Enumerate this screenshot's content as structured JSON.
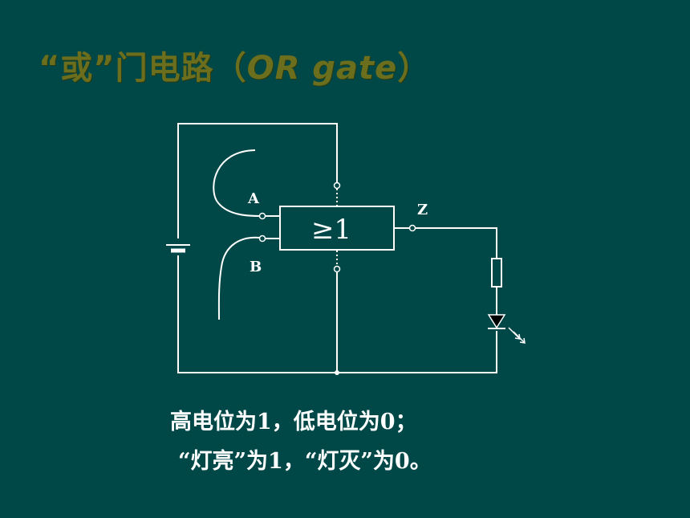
{
  "slide": {
    "title_main": "“或”门电路（",
    "title_latin": "OR gate",
    "title_close": "）"
  },
  "circuit": {
    "gate_symbol": "≥1",
    "input_a_label": "A",
    "input_b_label": "B",
    "output_label": "Z"
  },
  "notes": [
    "高电位为1，低电位为0；",
    "“灯亮”为1，“灯灭”为0。"
  ],
  "colors": {
    "background": "#004848",
    "title": "#6b6e1c",
    "line": "#ffffff"
  }
}
